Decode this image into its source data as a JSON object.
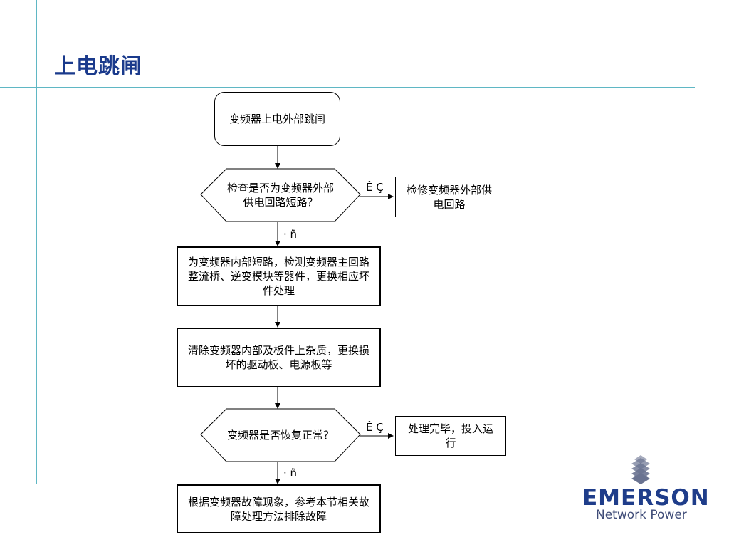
{
  "slide": {
    "title": "上电跳闸"
  },
  "flowchart": {
    "start": "变频器上电外部跳闸",
    "decision1": "检查是否为变频器外部供电回路短路？",
    "decision1_yes": "Ê Ç",
    "decision1_yes_action": "检修变频器外部供电回路",
    "decision1_no": "· ñ",
    "step1": "为变频器内部短路，检测变频器主回路整流桥、逆变模块等器件，更换相应坏件处理",
    "step2": "清除变频器内部及板件上杂质，更换损坏的驱动板、电源板等",
    "decision2": "变频器是否恢复正常？",
    "decision2_yes": "Ê Ç",
    "decision2_yes_action": "处理完毕，投入运行",
    "decision2_no": "· ñ",
    "end": "根据变频器故障现象，参考本节相关故障处理方法排除故障"
  },
  "logo": {
    "brand": "EMERSON",
    "tagline": "Network Power",
    "brand_color": "#1f3d8a"
  },
  "colors": {
    "title": "#1a3a8c",
    "rule_lines": "#5fb7c4"
  }
}
